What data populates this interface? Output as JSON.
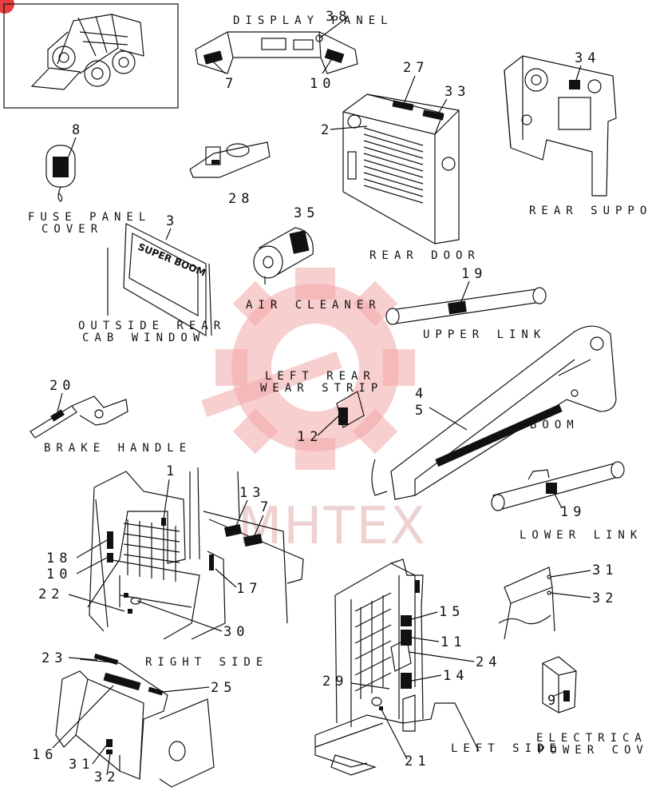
{
  "watermark": {
    "text": "MHTEX",
    "color": "#f2a7a7"
  },
  "labels": {
    "display_panel": "DISPLAY PANEL",
    "fuse_panel_cover_1": "FUSE PANEL",
    "fuse_panel_cover_2": "COVER",
    "rear_door": "REAR DOOR",
    "rear_support": "REAR SUPPO",
    "air_cleaner": "AIR CLEANER",
    "outside_rear_1": "OUTSIDE REAR",
    "outside_rear_2": "CAB WINDOW",
    "upper_link": "UPPER LINK",
    "left_rear_1": "LEFT REAR",
    "left_rear_2": "WEAR STRIP",
    "brake_handle": "BRAKE HANDLE",
    "boom": "BOOM",
    "lower_link": "LOWER LINK",
    "right_side": "RIGHT SIDE",
    "left_side": "LEFT SIDE",
    "electrical_1": "ELECTRICAL",
    "electrical_2": "POWER COVER",
    "window_decal": "SUPER BOOM"
  },
  "callouts": {
    "c38": "38",
    "c7a": "7",
    "c10a": "10",
    "c27": "27",
    "c33": "33",
    "c34": "34",
    "c2": "2",
    "c8": "8",
    "c28": "28",
    "c3": "3",
    "c35": "35",
    "c19a": "19",
    "c20": "20",
    "c12": "12",
    "c4": "4",
    "c5": "5",
    "c19b": "19",
    "c1": "1",
    "c13": "13",
    "c7b": "7",
    "c18": "18",
    "c10b": "10",
    "c22": "22",
    "c30": "30",
    "c17": "17",
    "c31a": "31",
    "c32a": "32",
    "c15": "15",
    "c11": "11",
    "c24": "24",
    "c14": "14",
    "c29": "29",
    "c9": "9",
    "c23": "23",
    "c25": "25",
    "c16": "16",
    "c31b": "31",
    "c32b": "32",
    "c21": "21"
  },
  "corner_badge": {
    "color": "#e84040"
  }
}
